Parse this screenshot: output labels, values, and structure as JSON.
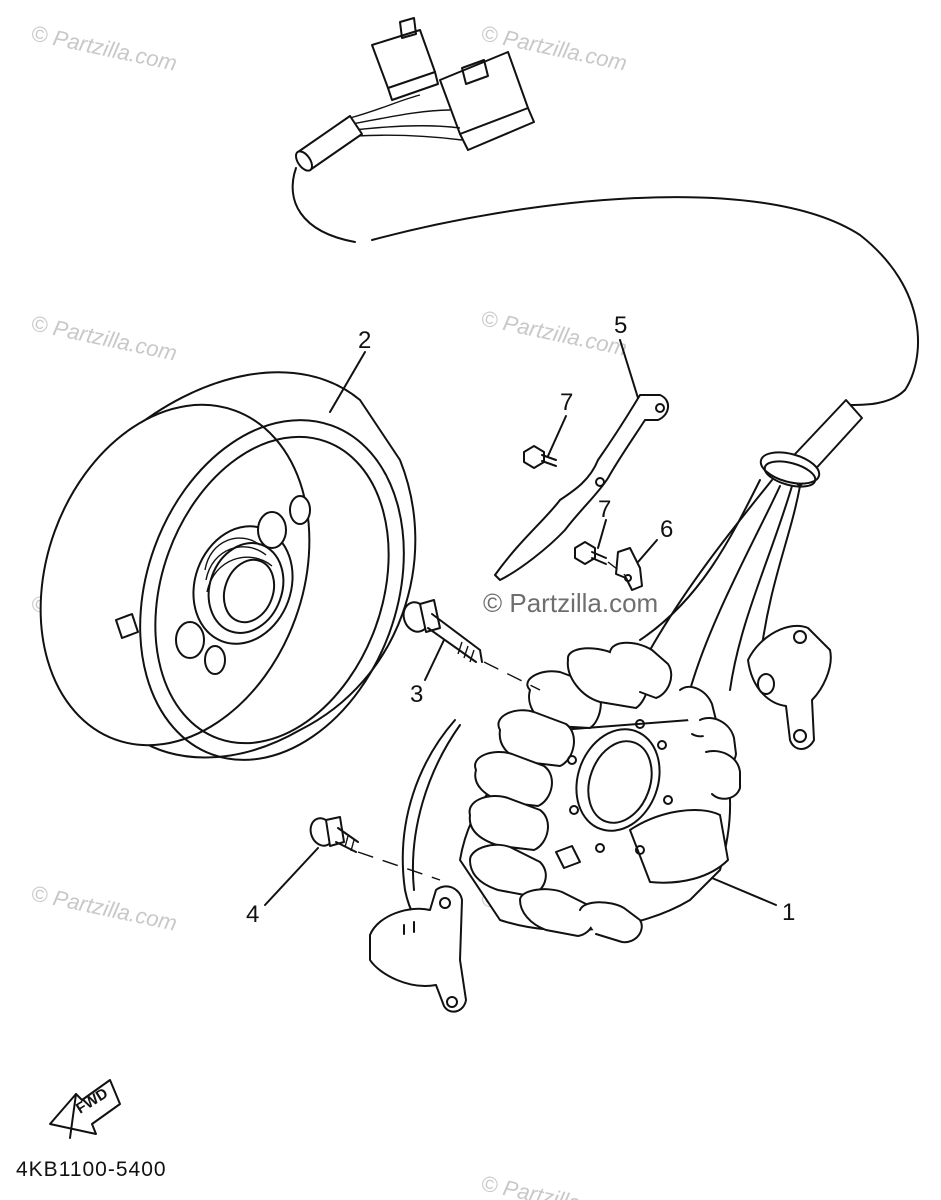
{
  "watermarks": {
    "small_text": "© Partzilla.com",
    "center_text": "© Partzilla.com"
  },
  "callouts": {
    "c1": "1",
    "c2": "2",
    "c3": "3",
    "c4": "4",
    "c5": "5",
    "c6": "6",
    "c7a": "7",
    "c7b": "7"
  },
  "fwd_label": "FWD",
  "diagram_code": "4KB1100-5400"
}
